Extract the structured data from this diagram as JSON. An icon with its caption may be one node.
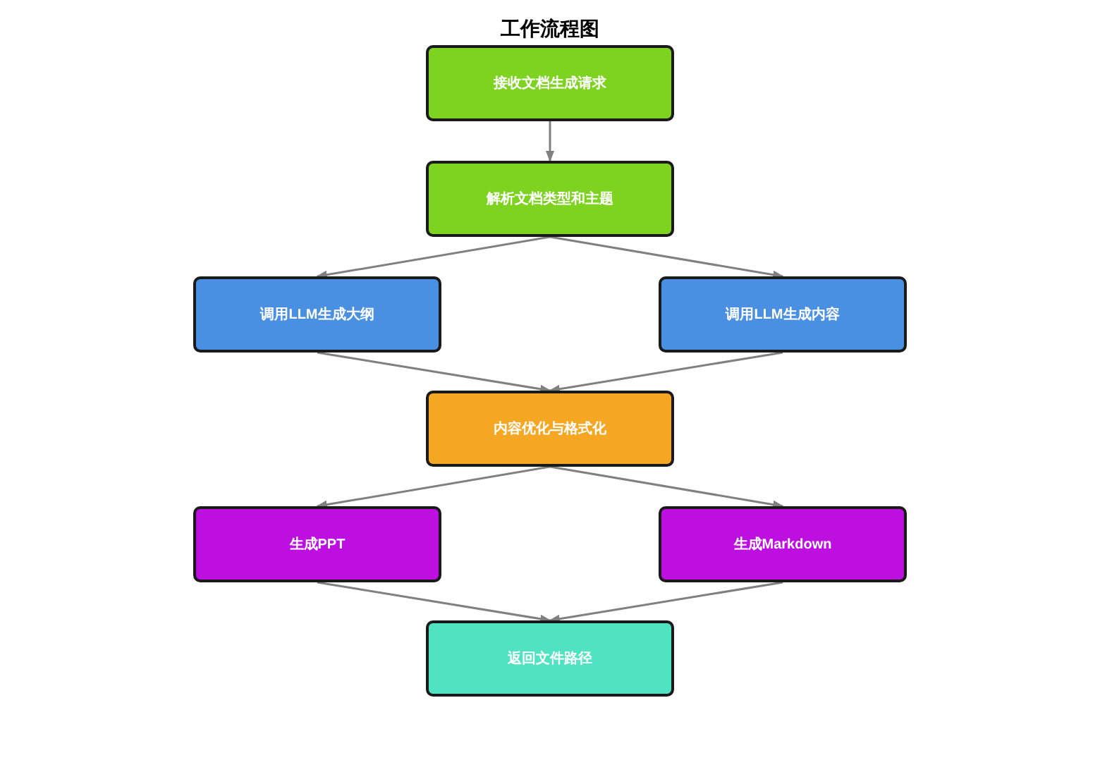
{
  "diagram": {
    "title": "工作流程图",
    "nodes": [
      {
        "text": [
          "接收文档生成请求"
        ]
      },
      {
        "text": [
          "解析文档类型和主题"
        ]
      },
      {
        "text": [
          "调用LLM生成大纲"
        ]
      },
      {
        "text": [
          "调用LLM生成内容"
        ]
      },
      {
        "text": [
          "内容优化与格式化"
        ]
      },
      {
        "text": [
          "生成PPT"
        ]
      },
      {
        "text": [
          "生成Markdown"
        ]
      },
      {
        "text": [
          "返回文件路径"
        ]
      }
    ],
    "edges": [
      {
        "from": 0,
        "to": 1,
        "arrow": "to"
      },
      {
        "from": 1,
        "to": 2,
        "arrow": "to"
      },
      {
        "from": 1,
        "to": 3,
        "arrow": "to"
      },
      {
        "from": 2,
        "to": 4,
        "arrow": "to"
      },
      {
        "from": 3,
        "to": 4,
        "arrow": "to"
      },
      {
        "from": 4,
        "to": 5,
        "arrow": "to"
      },
      {
        "from": 4,
        "to": 6,
        "arrow": "to"
      },
      {
        "from": 5,
        "to": 7,
        "arrow": "to"
      },
      {
        "from": 6,
        "to": 7,
        "arrow": "to"
      }
    ]
  }
}
